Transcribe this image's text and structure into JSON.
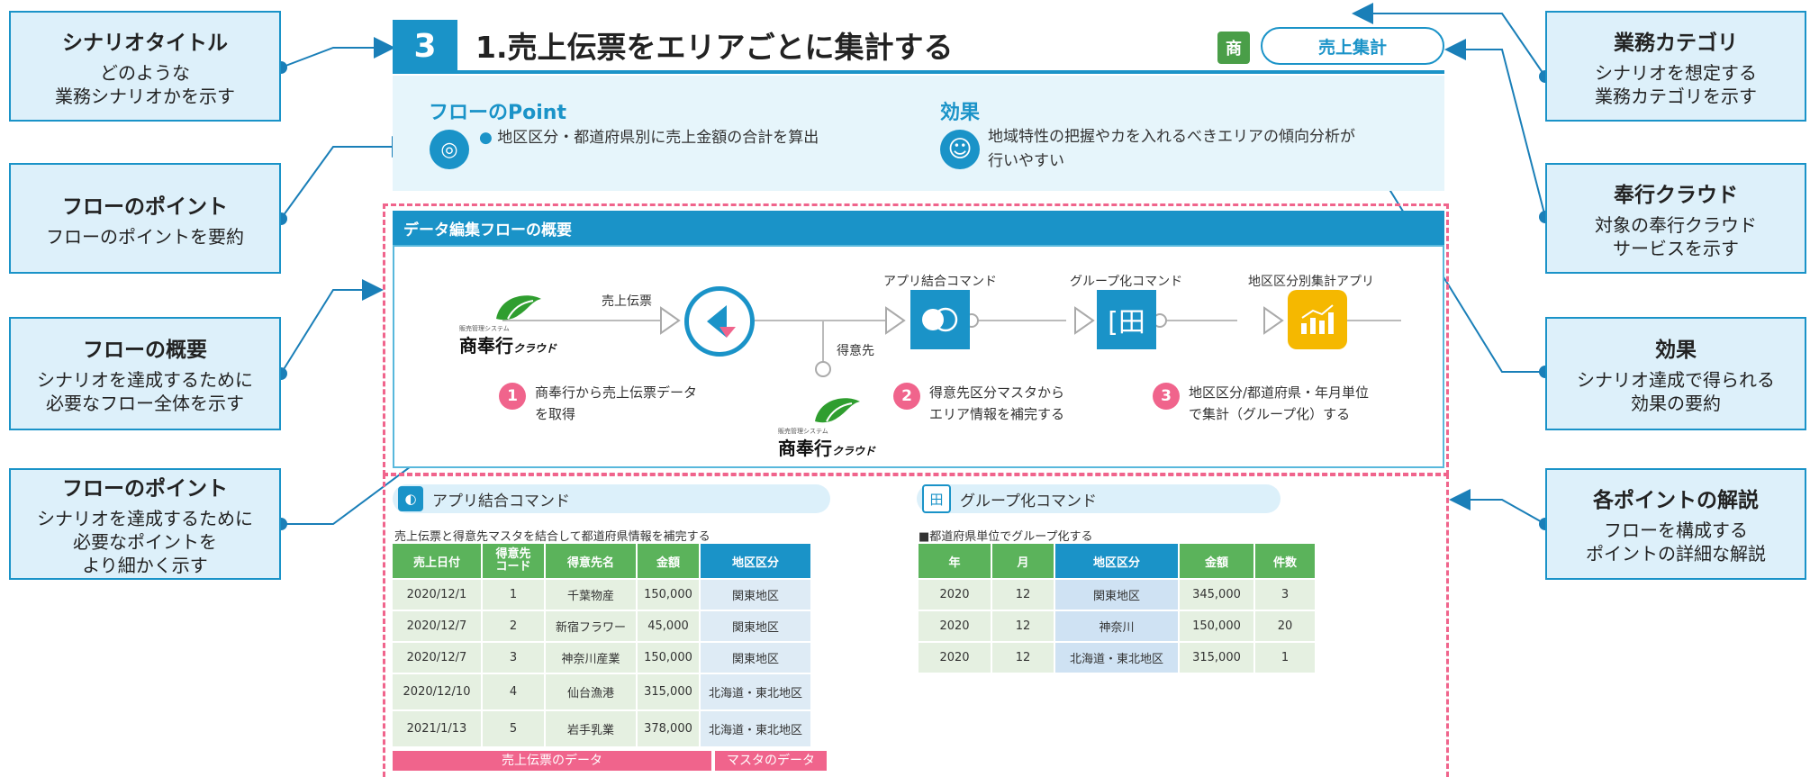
{
  "callouts_left": [
    {
      "title": "シナリオタイトル",
      "desc": "どのような\n業務シナリオかを示す"
    },
    {
      "title": "フローのポイント",
      "desc": "フローのポイントを要約"
    },
    {
      "title": "フローの概要",
      "desc": "シナリオを達成するために\n必要なフロー全体を示す"
    },
    {
      "title": "フローのポイント",
      "desc": "シナリオを達成するために\n必要なポイントを\nより細かく示す"
    }
  ],
  "callouts_right": [
    {
      "title": "業務カテゴリ",
      "desc": "シナリオを想定する\n業務カテゴリを示す"
    },
    {
      "title": "奉行クラウド",
      "desc": "対象の奉行クラウド\nサービスを示す"
    },
    {
      "title": "効果",
      "desc": "シナリオ達成で得られる\n効果の要約"
    },
    {
      "title": "各ポイントの解説",
      "desc": "フローを構成する\nポイントの詳細な解説"
    }
  ],
  "header": {
    "number": "3",
    "title": "1.売上伝票をエリアごとに集計する",
    "category_badge": "商",
    "category_label": "売上集計"
  },
  "points": {
    "point_heading": "フローのPoint",
    "point_text": "地区区分・都道府県別に売上金額の合計を算出",
    "effect_heading": "効果",
    "effect_text_1": "地域特性の把握やカを入れるべきエリアの傾向分析が",
    "effect_text_2": "行いやすい"
  },
  "flow": {
    "bar_title": "データ編集フローの概要",
    "logo_small": "販売管理システム",
    "logo_main": "商奉行",
    "logo_suffix": "クラウド",
    "edge_sales": "売上伝票",
    "edge_customer": "得意先",
    "cmd1": "アプリ結合コマンド",
    "cmd2": "グループ化コマンド",
    "cmd3": "地区区分別集計アプリ",
    "steps": [
      {
        "num": "1",
        "text": "商奉行から売上伝票データ\nを取得"
      },
      {
        "num": "2",
        "text": "得意先区分マスタから\nエリア情報を補完する"
      },
      {
        "num": "3",
        "text": "地区区分/都道府県・年月単位\nで集計（グループ化）する"
      }
    ]
  },
  "join_section": {
    "pill": "アプリ結合コマンド",
    "desc": "売上伝票と得意先マスタを結合して都道府県情報を補完する",
    "headers": [
      "売上日付",
      "得意先\nコード",
      "得意先名",
      "金額",
      "地区区分"
    ],
    "rows": [
      [
        "2020/12/1",
        "1",
        "千葉物産",
        "150,000",
        "関東地区"
      ],
      [
        "2020/12/7",
        "2",
        "新宿フラワー",
        "45,000",
        "関東地区"
      ],
      [
        "2020/12/7",
        "3",
        "神奈川産業",
        "150,000",
        "関東地区"
      ],
      [
        "2020/12/10",
        "4",
        "仙台漁港",
        "315,000",
        "北海道・東北地区"
      ],
      [
        "2021/1/13",
        "5",
        "岩手乳業",
        "378,000",
        "北海道・東北地区"
      ]
    ],
    "foot_left": "売上伝票のデータ",
    "foot_right": "マスタのデータ"
  },
  "group_section": {
    "pill": "グループ化コマンド",
    "desc": "■都道府県単位でグループ化する",
    "headers": [
      "年",
      "月",
      "地区区分",
      "金額",
      "件数"
    ],
    "rows": [
      [
        "2020",
        "12",
        "関東地区",
        "345,000",
        "3"
      ],
      [
        "2020",
        "12",
        "神奈川",
        "150,000",
        "20"
      ],
      [
        "2020",
        "12",
        "北海道・東北地区",
        "315,000",
        "1"
      ]
    ]
  }
}
